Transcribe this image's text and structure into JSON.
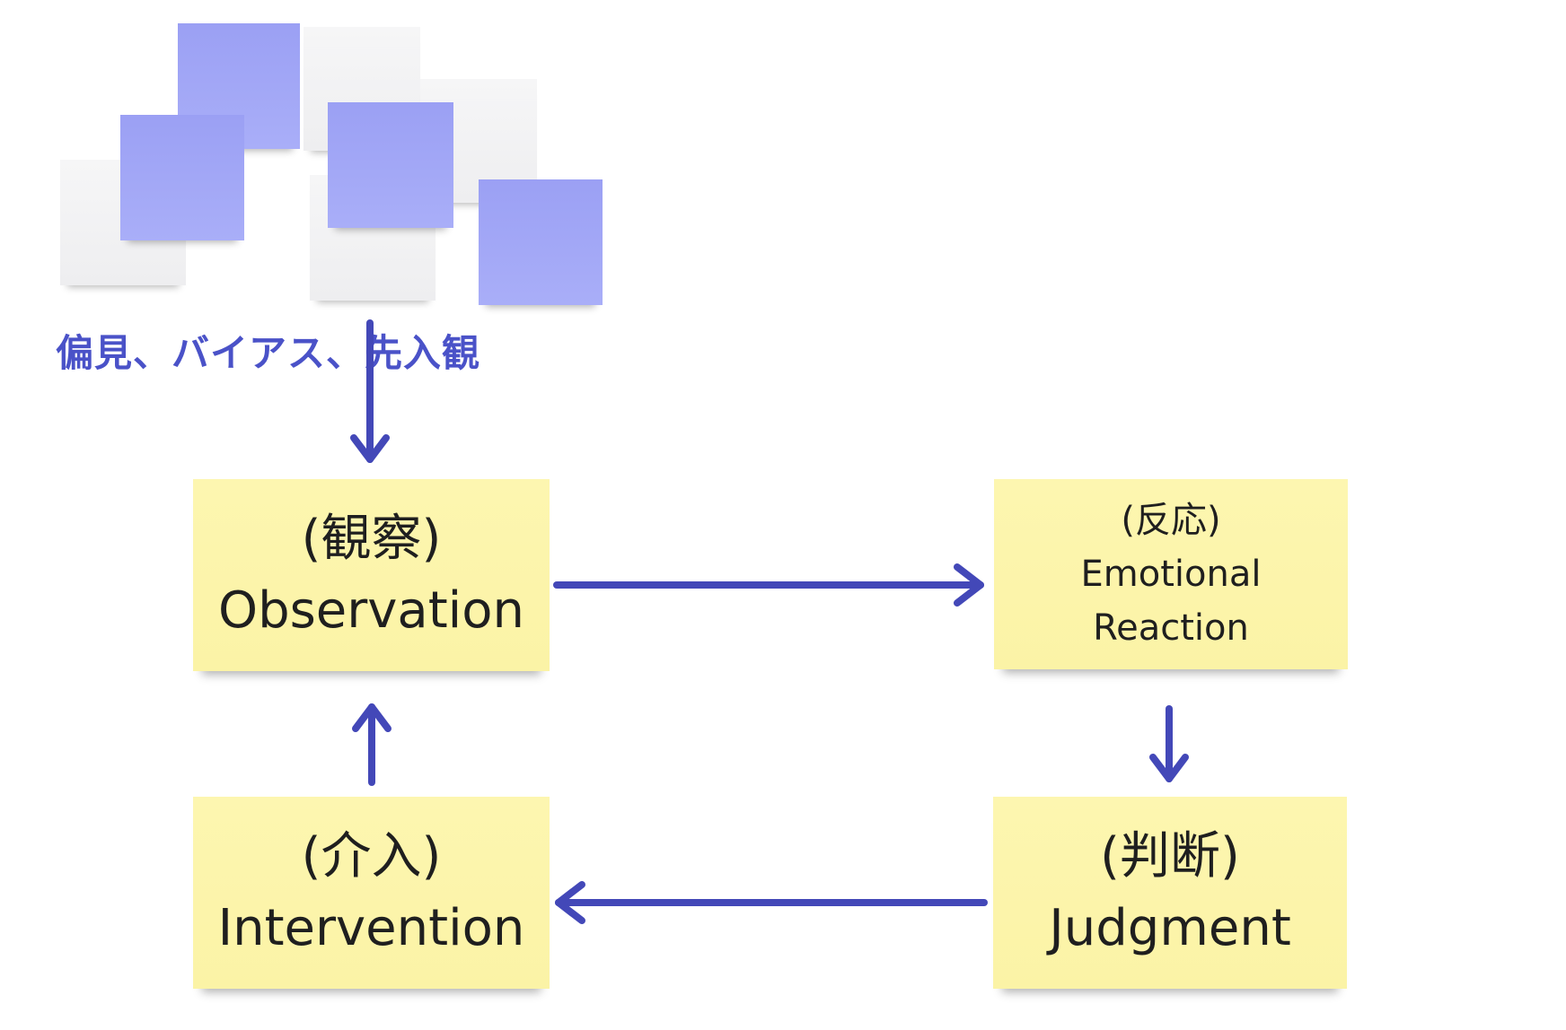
{
  "bias_label": "偏見、バイアス、先入観",
  "boxes": {
    "observation": {
      "jp": "(観察)",
      "en": "Observation"
    },
    "emotional_reaction": {
      "jp": "(反応)",
      "en_line1": "Emotional",
      "en_line2": "Reaction"
    },
    "judgment": {
      "jp": "(判断)",
      "en": "Judgment"
    },
    "intervention": {
      "jp": "(介入)",
      "en": "Intervention"
    }
  },
  "colors": {
    "arrow": "#4348b8",
    "label": "#4a52c8",
    "sticky_yellow": "#fcf5ab",
    "sticky_purple": "#a2a7f6",
    "sticky_white": "#f2f2f4"
  }
}
